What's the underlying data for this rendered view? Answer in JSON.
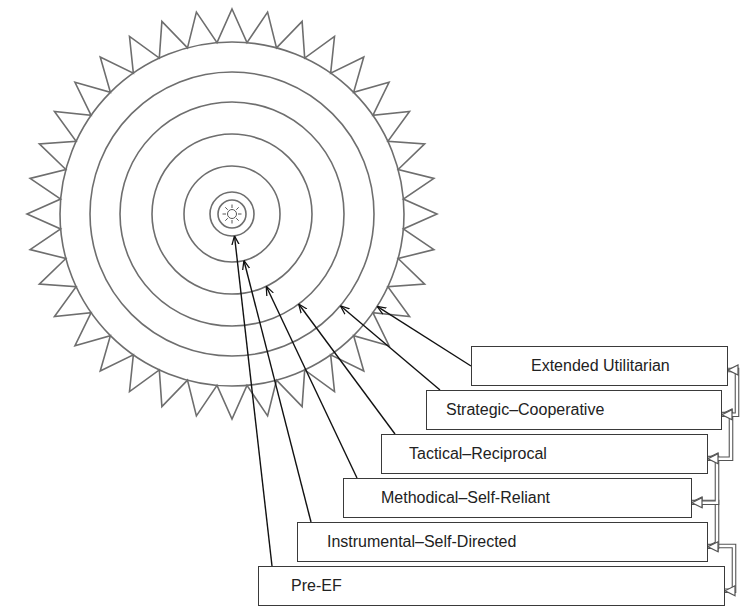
{
  "diagram": {
    "nodes": [
      {
        "text": [
          "Extended Utilitarian"
        ]
      },
      {
        "text": [
          "Strategic–Cooperative"
        ]
      },
      {
        "text": [
          "Tactical–Reciprocal"
        ]
      },
      {
        "text": [
          "Methodical–Self-Reliant"
        ]
      },
      {
        "text": [
          "Instrumental–Self-Directed"
        ]
      },
      {
        "text": [
          "Pre-EF"
        ]
      }
    ],
    "edges": [
      {
        "from": 5,
        "to": 4,
        "arrow": "both"
      },
      {
        "from": 4,
        "to": 3,
        "arrow": "both"
      },
      {
        "from": 3,
        "to": 2,
        "arrow": "both"
      },
      {
        "from": 2,
        "to": 1,
        "arrow": "both"
      },
      {
        "from": 1,
        "to": 0,
        "arrow": "both"
      }
    ]
  }
}
